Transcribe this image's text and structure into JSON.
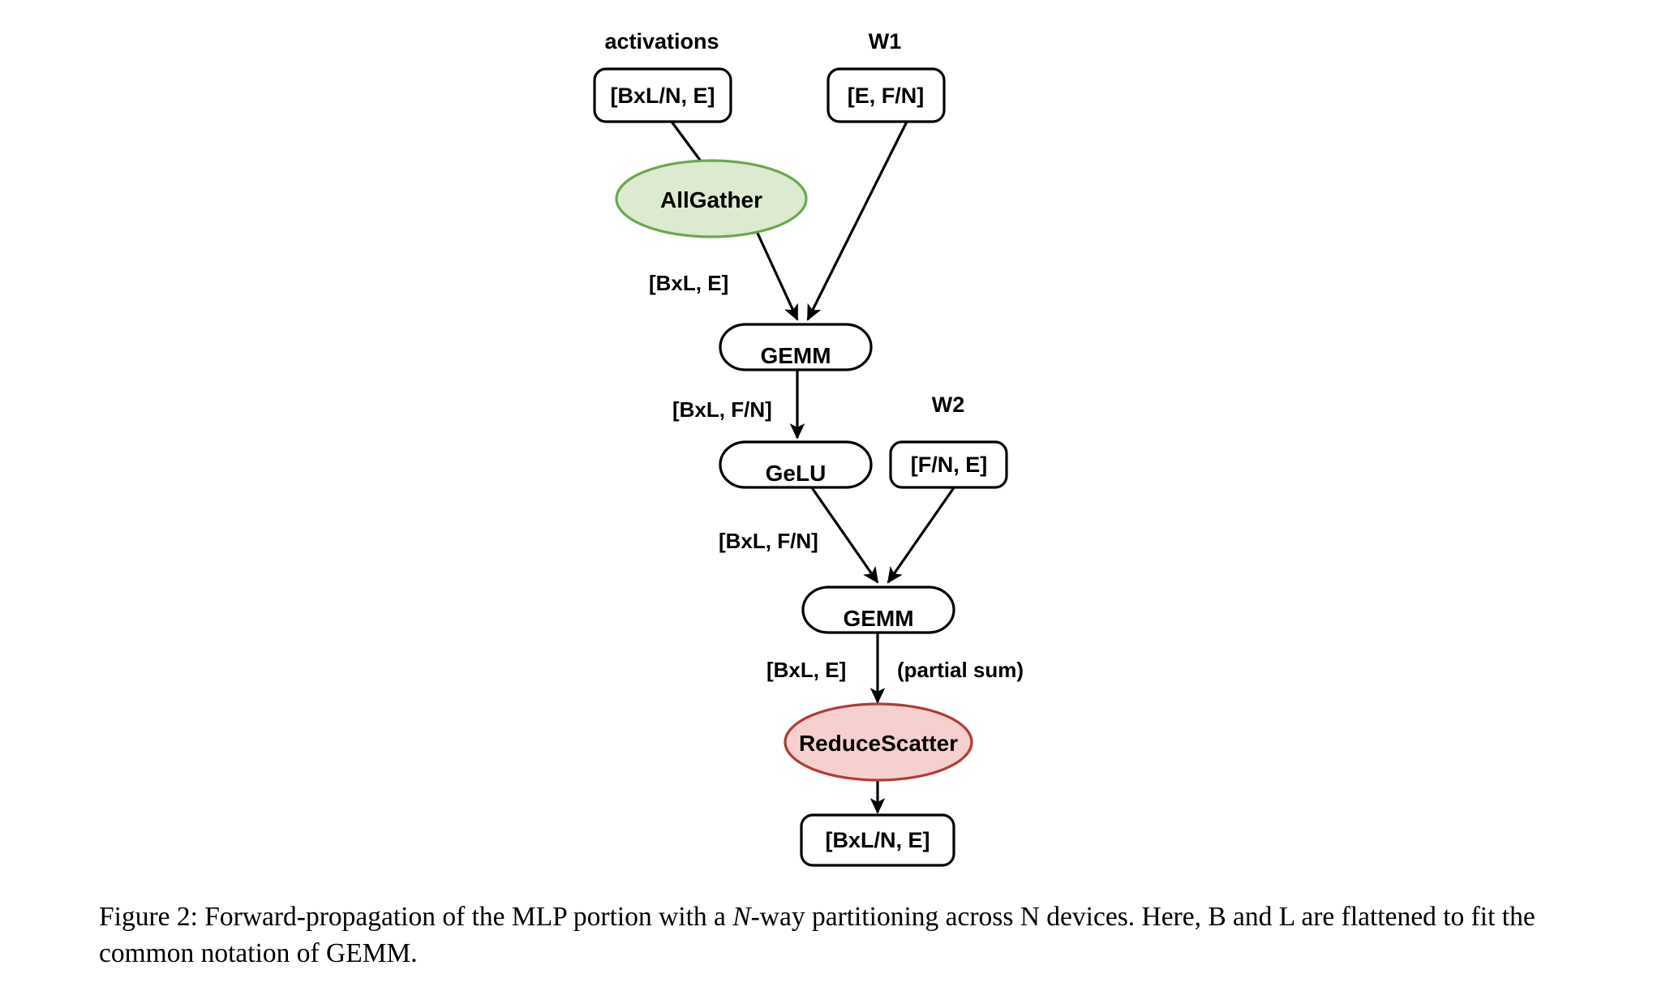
{
  "figure": {
    "caption_prefix": "Figure 2:",
    "caption_part1": " Forward-propagation of the MLP portion with a ",
    "caption_italic_n": "N",
    "caption_part2": "-way partitioning across N devices.  Here, B and L are flattened to fit the common notation of GEMM."
  },
  "diagram": {
    "titles": {
      "activations": "activations",
      "w1": "W1",
      "w2": "W2"
    },
    "nodes": {
      "activations_tensor": "[BxL/N, E]",
      "w1_tensor": "[E, F/N]",
      "allgather": "AllGather",
      "gemm1": "GEMM",
      "gelu": "GeLU",
      "w2_tensor": "[F/N, E]",
      "gemm2": "GEMM",
      "reducescatter": "ReduceScatter",
      "output_tensor": "[BxL/N, E]"
    },
    "edge_labels": {
      "allgather_out": "[BxL, E]",
      "gemm1_out": "[BxL, F/N]",
      "gelu_out": "[BxL, F/N]",
      "gemm2_out": "[BxL, E]",
      "gemm2_out_note": "(partial sum)"
    },
    "colors": {
      "allgather_fill": "#dcead0",
      "allgather_stroke": "#6aa84f",
      "reducescatter_fill": "#f6cfcf",
      "reducescatter_stroke": "#b03b36",
      "node_fill": "#ffffff",
      "node_stroke": "#000000"
    }
  }
}
